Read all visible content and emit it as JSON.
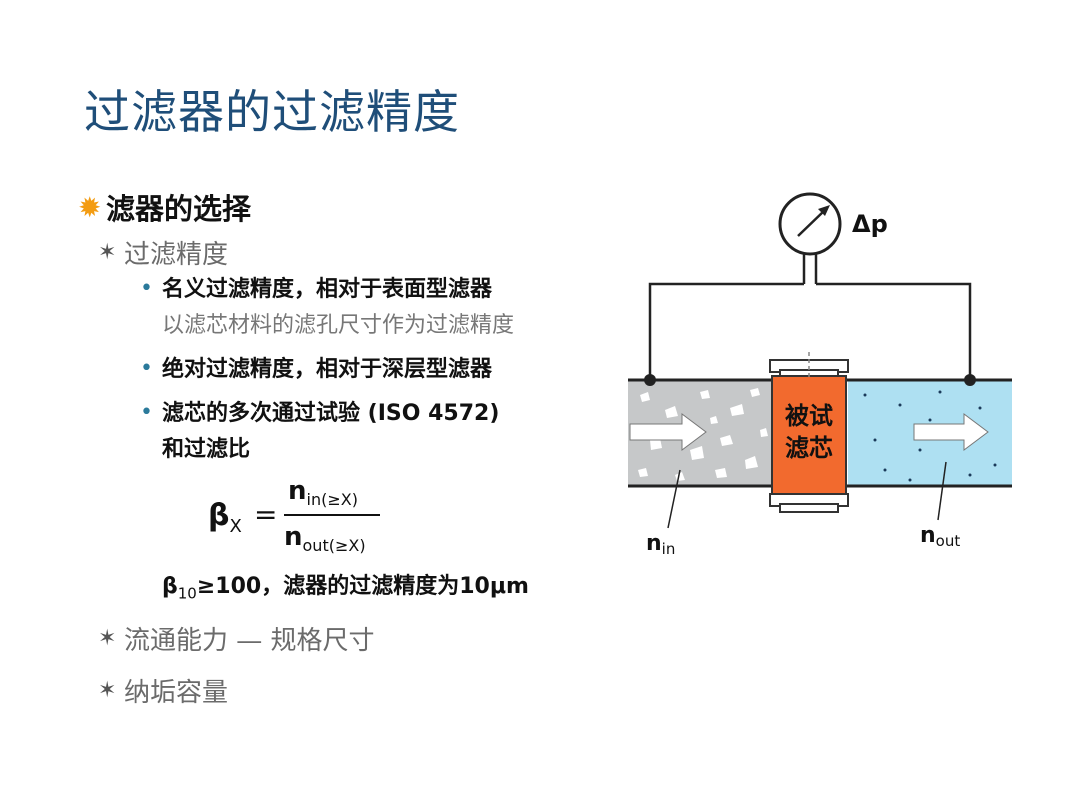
{
  "title": "过滤器的过滤精度",
  "bullets": {
    "main": "滤器的选择",
    "sub1": "过滤精度",
    "items": [
      {
        "text": "名义过滤精度，相对于表面型滤器",
        "sub": "以滤芯材料的滤孔尺寸作为过滤精度"
      },
      {
        "text": "绝对过滤精度，相对于深层型滤器"
      },
      {
        "text": "滤芯的多次通过试验 (ISO 4572)",
        "sub": "和过滤比"
      }
    ],
    "sub2": "流通能力 — 规格尺寸",
    "sub3": "纳垢容量"
  },
  "formula": {
    "beta": "β",
    "beta_sub": "X",
    "eq": "=",
    "num_n": "n",
    "num_sub": "in(≥X)",
    "den_n": "n",
    "den_sub": "out(≥X)",
    "result_beta": "β",
    "result_sub": "10",
    "result_rest": "≥100，滤器的过滤精度为10μm"
  },
  "diagram": {
    "dp_label": "Δp",
    "filter_label_1": "被试",
    "filter_label_2": "滤芯",
    "n_in": "n",
    "n_in_sub": "in",
    "n_out": "n",
    "n_out_sub": "out",
    "colors": {
      "left_fluid": "#c6c8c9",
      "right_fluid": "#aee0f2",
      "filter": "#f26a2e",
      "pipe": "#222222"
    }
  }
}
